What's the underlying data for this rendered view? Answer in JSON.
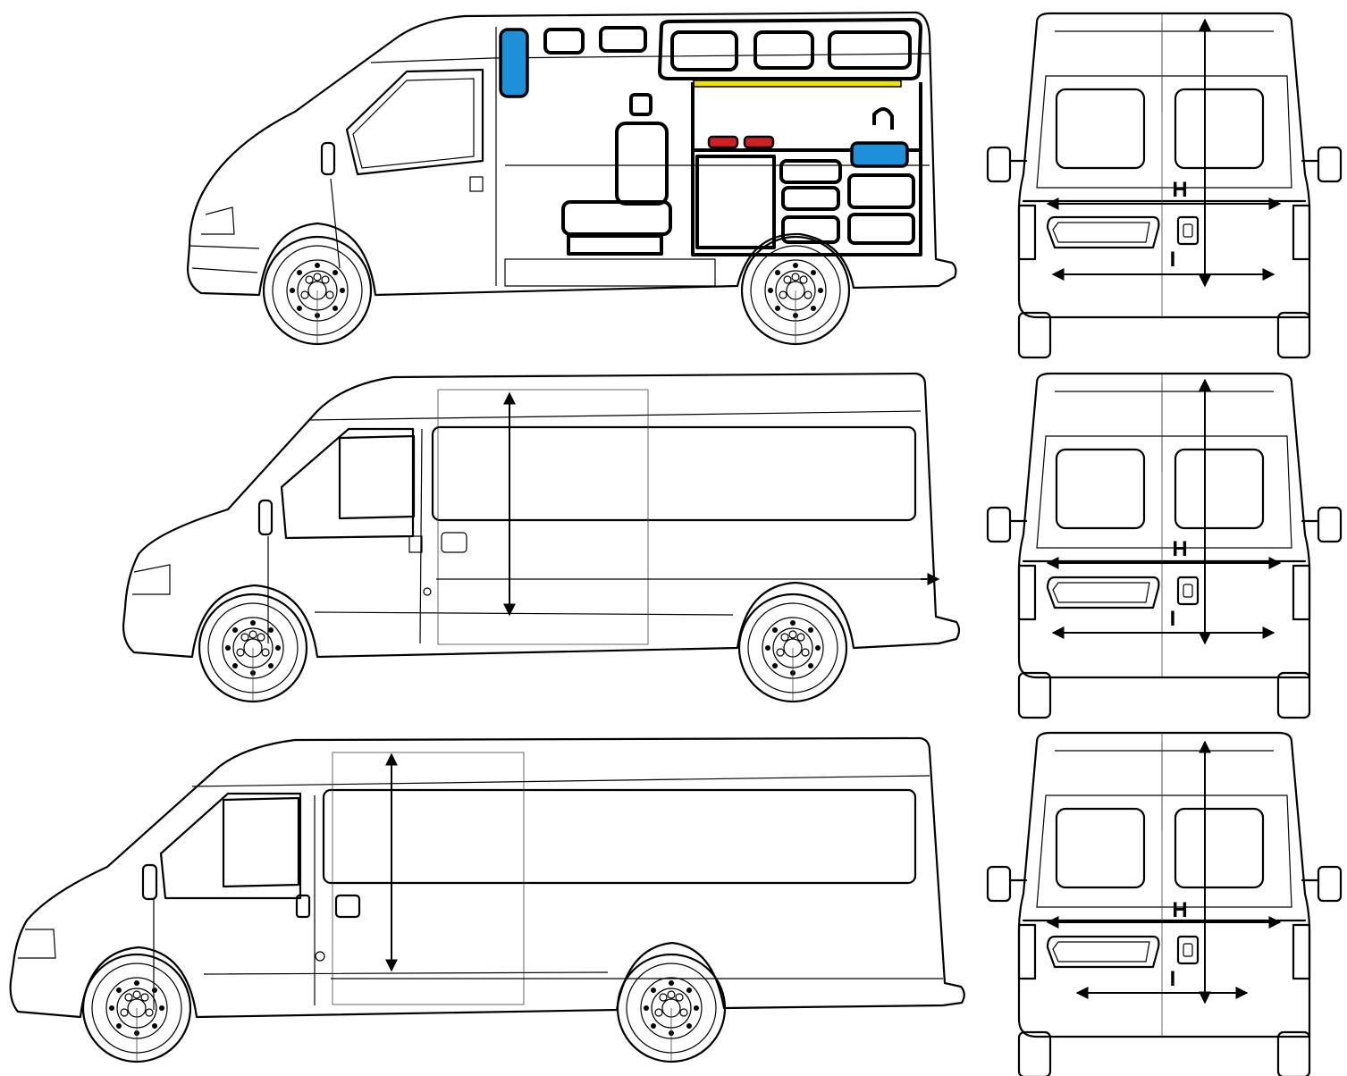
{
  "colors": {
    "line": "#000000",
    "water_tank": "#1e90d8",
    "cooktop_burners": "#cc2222",
    "led_strip": "#f0e000"
  },
  "rear_views": [
    {
      "height_label": "H",
      "width_label": "I"
    },
    {
      "height_label": "H",
      "width_label": "I"
    },
    {
      "height_label": "H",
      "width_label": "I"
    }
  ],
  "side_views": [
    {
      "variant": "medium-wheelbase-camper-layout"
    },
    {
      "variant": "long-wheelbase"
    },
    {
      "variant": "jumbo-extended"
    }
  ]
}
